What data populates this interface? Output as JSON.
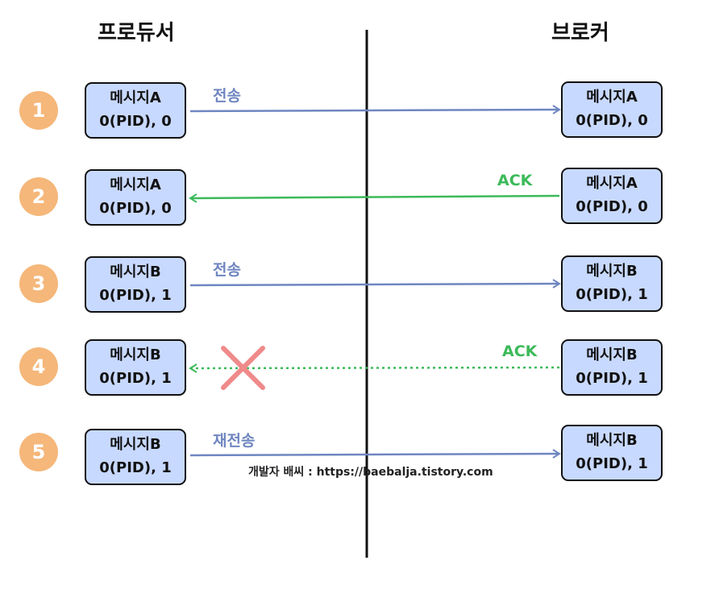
{
  "headers": {
    "producer": "프로듀서",
    "broker": "브로커"
  },
  "steps": [
    {
      "number": "1",
      "producer_msg": "메시지A",
      "producer_pid": "0(PID), 0",
      "broker_msg": "메시지A",
      "broker_pid": "0(PID), 0",
      "label": "전송",
      "direction": "to-broker",
      "style": "solid",
      "color": "#6f86c0",
      "failed": false
    },
    {
      "number": "2",
      "producer_msg": "메시지A",
      "producer_pid": "0(PID), 0",
      "broker_msg": "메시지A",
      "broker_pid": "0(PID), 0",
      "label": "ACK",
      "direction": "to-producer",
      "style": "solid",
      "color": "#3cba5a",
      "failed": false
    },
    {
      "number": "3",
      "producer_msg": "메시지B",
      "producer_pid": "0(PID), 1",
      "broker_msg": "메시지B",
      "broker_pid": "0(PID), 1",
      "label": "전송",
      "direction": "to-broker",
      "style": "solid",
      "color": "#6f86c0",
      "failed": false
    },
    {
      "number": "4",
      "producer_msg": "메시지B",
      "producer_pid": "0(PID), 1",
      "broker_msg": "메시지B",
      "broker_pid": "0(PID), 1",
      "label": "ACK",
      "direction": "to-producer",
      "style": "dotted",
      "color": "#3cba5a",
      "failed": true
    },
    {
      "number": "5",
      "producer_msg": "메시지B",
      "producer_pid": "0(PID), 1",
      "broker_msg": "메시지B",
      "broker_pid": "0(PID), 1",
      "label": "재전송",
      "direction": "to-broker",
      "style": "solid",
      "color": "#6f86c0",
      "failed": false
    }
  ],
  "watermark": "개발자 배씨 : https://baebalja.tistory.com",
  "colors": {
    "step_circle": "#f5b77a",
    "box_fill": "#c8d9ff",
    "send": "#6f86c0",
    "ack": "#3cba5a",
    "fail_x": "#f08a8a"
  }
}
